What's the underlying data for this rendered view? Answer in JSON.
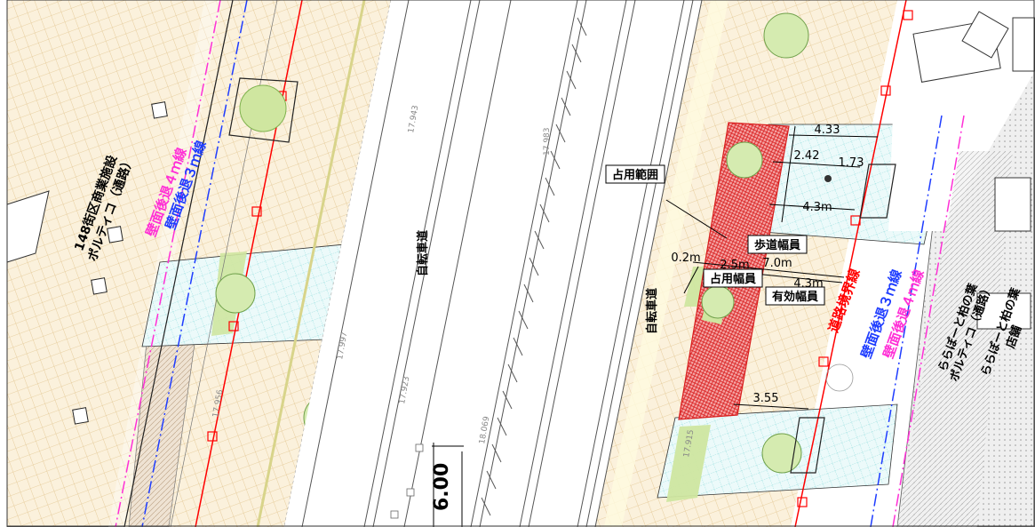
{
  "left_side": {
    "facility_name": "148街区商業施設",
    "facility_sub": "ポルティコ（通路）",
    "setback_4m": "壁面後退４ｍ線",
    "setback_3m": "壁面後退３ｍ線"
  },
  "right_side": {
    "facility_sub": "ららぽーと柏の葉\nポルティコ（通路）",
    "store": "ららぽーと柏の葉\n店舗",
    "setback_3m": "壁面後退３ｍ線",
    "setback_4m": "壁面後退４ｍ線",
    "boundary": "道路境界線"
  },
  "lanes": {
    "bike_left": "自転車道",
    "bike_right": "自転車道"
  },
  "callouts": {
    "occupied_area": "占用範囲",
    "sidewalk_width": "歩道幅員",
    "occupied_width": "占用幅員",
    "effective_width": "有効幅員"
  },
  "dimensions": {
    "d433": "4.33",
    "d242": "2.42",
    "d173": "1.73",
    "d43m_top": "4.3m",
    "d02": "0.2m",
    "d25": "2.5m",
    "d70": "7.0m",
    "d43m_mid": "4.3m",
    "d355": "3.55",
    "d600": "6.00"
  },
  "elevations": {
    "e1": "17.983",
    "e2": "17.943",
    "e3": "17.923",
    "e4": "17.915",
    "e5": "17.956",
    "e6": "17.997",
    "e7": "18.069"
  },
  "colors": {
    "pink": "#ff2fd6",
    "blue": "#1e3cff",
    "red": "#ff0000",
    "grid_tan": "#e7d29a",
    "sidewalk": "#f7ecd8",
    "hatch_red": "#e53030",
    "green": "#c9e58f",
    "cyan": "#b9ecec"
  }
}
